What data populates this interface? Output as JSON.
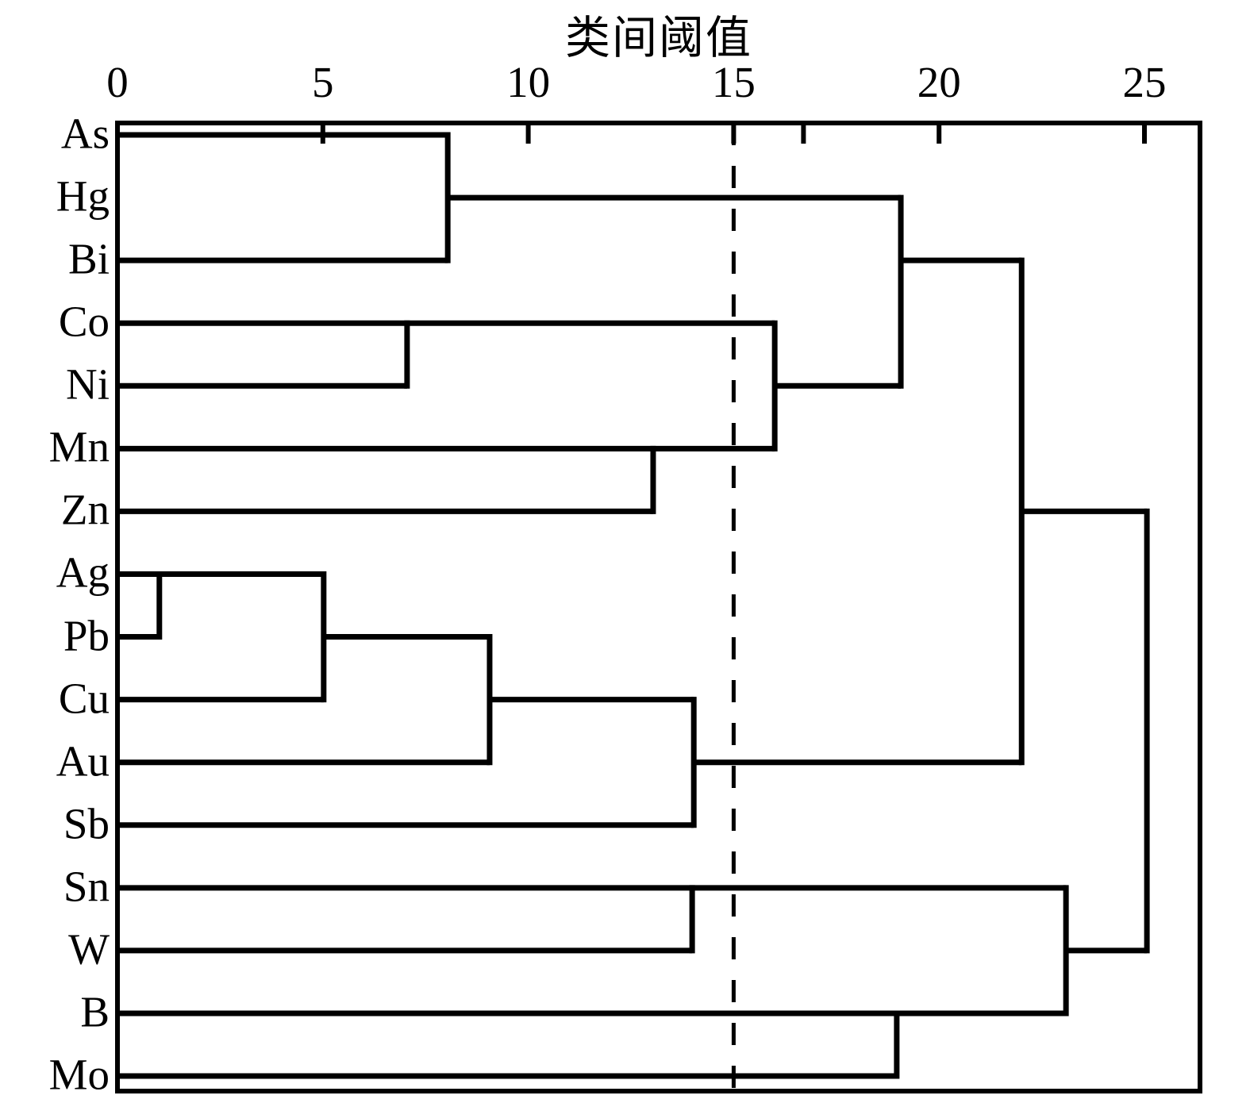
{
  "figure": {
    "background": "#ffffff",
    "line_color": "#000000"
  },
  "chart_data": {
    "type": "dendrogram",
    "orientation": "horizontal-left-leaves",
    "title": "类间阈值",
    "axis": {
      "position": "top",
      "tick_values": [
        0,
        5,
        10,
        15,
        20,
        25
      ],
      "tick_labels": [
        "0",
        "5",
        "10",
        "15",
        "20",
        "25"
      ],
      "extra_unlabeled_tick": 16.7,
      "xlim": [
        0,
        26.35
      ],
      "grid": false
    },
    "threshold_line": {
      "value": 15,
      "style": "dashed"
    },
    "leaves": [
      "As",
      "Hg",
      "Bi",
      "Co",
      "Ni",
      "Mn",
      "Zn",
      "Ag",
      "Pb",
      "Cu",
      "Au",
      "Sb",
      "Sn",
      "W",
      "B",
      "Mo"
    ],
    "merges": [
      {
        "members": [
          "Ag",
          "Pb"
        ],
        "threshold": 1
      },
      {
        "members": [
          "Ag",
          "Pb",
          "Cu"
        ],
        "threshold": 5
      },
      {
        "members": [
          "Co",
          "Ni"
        ],
        "threshold": 7
      },
      {
        "members": [
          "As",
          "Hg",
          "Bi"
        ],
        "threshold": 8
      },
      {
        "members": [
          "Ag",
          "Pb",
          "Cu",
          "Au"
        ],
        "threshold": 9
      },
      {
        "members": [
          "Mn",
          "Zn"
        ],
        "threshold": 13
      },
      {
        "members": [
          "Sn",
          "W"
        ],
        "threshold": 14
      },
      {
        "members": [
          "Ag",
          "Pb",
          "Cu",
          "Au",
          "Sb"
        ],
        "threshold": 14
      },
      {
        "members": [
          "Co",
          "Ni",
          "Mn",
          "Zn"
        ],
        "threshold": 16
      },
      {
        "members": [
          "B",
          "Mo"
        ],
        "threshold": 19
      },
      {
        "members": [
          "As",
          "Hg",
          "Bi",
          "Co",
          "Ni",
          "Mn",
          "Zn"
        ],
        "threshold": 19
      },
      {
        "members": [
          "As",
          "Hg",
          "Bi",
          "Co",
          "Ni",
          "Mn",
          "Zn",
          "Ag",
          "Pb",
          "Cu",
          "Au",
          "Sb"
        ],
        "threshold": 22
      },
      {
        "members": [
          "Sn",
          "W",
          "B",
          "Mo"
        ],
        "threshold": 23
      },
      {
        "members": [
          "all-16-elements"
        ],
        "threshold": 25
      }
    ],
    "segments": {
      "horizontal": [
        {
          "name": "As-leaf",
          "row": 0,
          "from": 0,
          "to": 8.04
        },
        {
          "name": "Hg-stem",
          "row": 1,
          "from": 8.04,
          "to": 19.07
        },
        {
          "name": "Bi-leaf",
          "row": 2,
          "from": 0,
          "to": 8.04
        },
        {
          "name": "Bi-stem",
          "row": 2,
          "from": 19.07,
          "to": 22.01
        },
        {
          "name": "Co-leaf",
          "row": 3,
          "from": 0,
          "to": 16.0
        },
        {
          "name": "Ni-leaf",
          "row": 4,
          "from": 0,
          "to": 7.05
        },
        {
          "name": "Ni-stem",
          "row": 4,
          "from": 16.0,
          "to": 19.07
        },
        {
          "name": "Mn-leaf",
          "row": 5,
          "from": 0,
          "to": 16.0
        },
        {
          "name": "Zn-leaf",
          "row": 6,
          "from": 0,
          "to": 13.04
        },
        {
          "name": "Zn-stem",
          "row": 6,
          "from": 22.01,
          "to": 25.06
        },
        {
          "name": "Ag-leaf",
          "row": 7,
          "from": 0,
          "to": 5.02
        },
        {
          "name": "Pb-leaf",
          "row": 8,
          "from": 0,
          "to": 1.02
        },
        {
          "name": "Pb-stem",
          "row": 8,
          "from": 5.02,
          "to": 9.06
        },
        {
          "name": "Cu-leaf",
          "row": 9,
          "from": 0,
          "to": 5.02
        },
        {
          "name": "Cu-stem",
          "row": 9,
          "from": 9.06,
          "to": 14.03
        },
        {
          "name": "Au-leaf",
          "row": 10,
          "from": 0,
          "to": 9.06
        },
        {
          "name": "Au-stem",
          "row": 10,
          "from": 14.03,
          "to": 22.01
        },
        {
          "name": "Sb-leaf",
          "row": 11,
          "from": 0,
          "to": 14.03
        },
        {
          "name": "Sn-leaf",
          "row": 12,
          "from": 0,
          "to": 23.09
        },
        {
          "name": "W-leaf",
          "row": 13,
          "from": 0,
          "to": 13.99
        },
        {
          "name": "W-stem",
          "row": 13,
          "from": 23.09,
          "to": 25.06
        },
        {
          "name": "B-leaf",
          "row": 14,
          "from": 0,
          "to": 23.09
        },
        {
          "name": "Mo-leaf",
          "row": 15,
          "from": 0,
          "to": 18.97
        }
      ],
      "vertical": [
        {
          "name": "As-Bi-bracket",
          "value": 8.04,
          "from_row": 0,
          "to_row": 2
        },
        {
          "name": "Co-Ni-bracket",
          "value": 7.05,
          "from_row": 3,
          "to_row": 4
        },
        {
          "name": "CoNi-Mn-bracket",
          "value": 16.0,
          "from_row": 3,
          "to_row": 5
        },
        {
          "name": "Mn-Zn-bracket",
          "value": 13.04,
          "from_row": 5,
          "to_row": 6
        },
        {
          "name": "top-join-19",
          "value": 19.07,
          "from_row": 1,
          "to_row": 4
        },
        {
          "name": "Ag-Pb-bracket",
          "value": 1.02,
          "from_row": 7,
          "to_row": 8
        },
        {
          "name": "AgPb-Cu-bracket",
          "value": 5.02,
          "from_row": 7,
          "to_row": 9
        },
        {
          "name": "AgPbCu-Au-bracket",
          "value": 9.06,
          "from_row": 8,
          "to_row": 10
        },
        {
          "name": "AgPbCuAu-Sb-bracket",
          "value": 14.03,
          "from_row": 9,
          "to_row": 11
        },
        {
          "name": "join-22",
          "value": 22.01,
          "from_row": 2,
          "to_row": 10
        },
        {
          "name": "Sn-W-bracket",
          "value": 13.99,
          "from_row": 12,
          "to_row": 13
        },
        {
          "name": "B-Mo-bracket",
          "value": 18.97,
          "from_row": 14,
          "to_row": 15
        },
        {
          "name": "SnW-BMo-bracket",
          "value": 23.09,
          "from_row": 12,
          "to_row": 14
        },
        {
          "name": "root-join-25",
          "value": 25.06,
          "from_row": 6,
          "to_row": 13
        }
      ]
    }
  }
}
